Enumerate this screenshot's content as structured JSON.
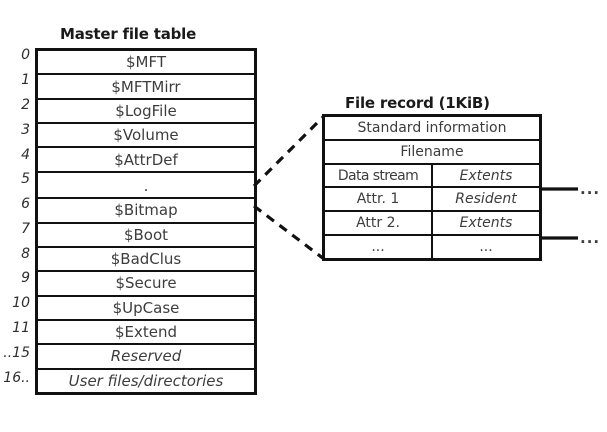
{
  "diagram": {
    "mft": {
      "title": "Master file table",
      "rows": [
        {
          "index": "0",
          "label": "$MFT",
          "style": "normal"
        },
        {
          "index": "1",
          "label": "$MFTMirr",
          "style": "normal"
        },
        {
          "index": "2",
          "label": "$LogFile",
          "style": "normal"
        },
        {
          "index": "3",
          "label": "$Volume",
          "style": "normal"
        },
        {
          "index": "4",
          "label": "$AttrDef",
          "style": "normal"
        },
        {
          "index": "5",
          "label": ".",
          "style": "dot"
        },
        {
          "index": "6",
          "label": "$Bitmap",
          "style": "normal"
        },
        {
          "index": "7",
          "label": "$Boot",
          "style": "normal"
        },
        {
          "index": "8",
          "label": "$BadClus",
          "style": "normal"
        },
        {
          "index": "9",
          "label": "$Secure",
          "style": "normal"
        },
        {
          "index": "10",
          "label": "$UpCase",
          "style": "normal"
        },
        {
          "index": "11",
          "label": "$Extend",
          "style": "normal"
        },
        {
          "index": "..15",
          "label": "Reserved",
          "style": "italic"
        },
        {
          "index": "16..",
          "label": "User files/directories",
          "style": "italic"
        }
      ]
    },
    "file_record": {
      "title": "File record (1KiB)",
      "rows": [
        {
          "span": true,
          "left": "Standard information",
          "right": ""
        },
        {
          "span": true,
          "left": "Filename",
          "right": ""
        },
        {
          "span": false,
          "left": "Data stream",
          "right": "Extents",
          "right_italic": true,
          "extent_link": true
        },
        {
          "span": false,
          "left": "Attr. 1",
          "right": "Resident",
          "right_italic": true,
          "extent_link": false
        },
        {
          "span": false,
          "left": "Attr 2.",
          "right": "Extents",
          "right_italic": true,
          "extent_link": true
        },
        {
          "span": false,
          "left": "...",
          "right": "...",
          "right_italic": false,
          "extent_link": false
        }
      ]
    },
    "extent_continuation": {
      "data_stream_dots": "...",
      "attr2_dots": "..."
    },
    "colors": {
      "line": "#111111",
      "text": "#3d3d3d",
      "title": "#1a1a1a",
      "background": "#ffffff"
    }
  }
}
